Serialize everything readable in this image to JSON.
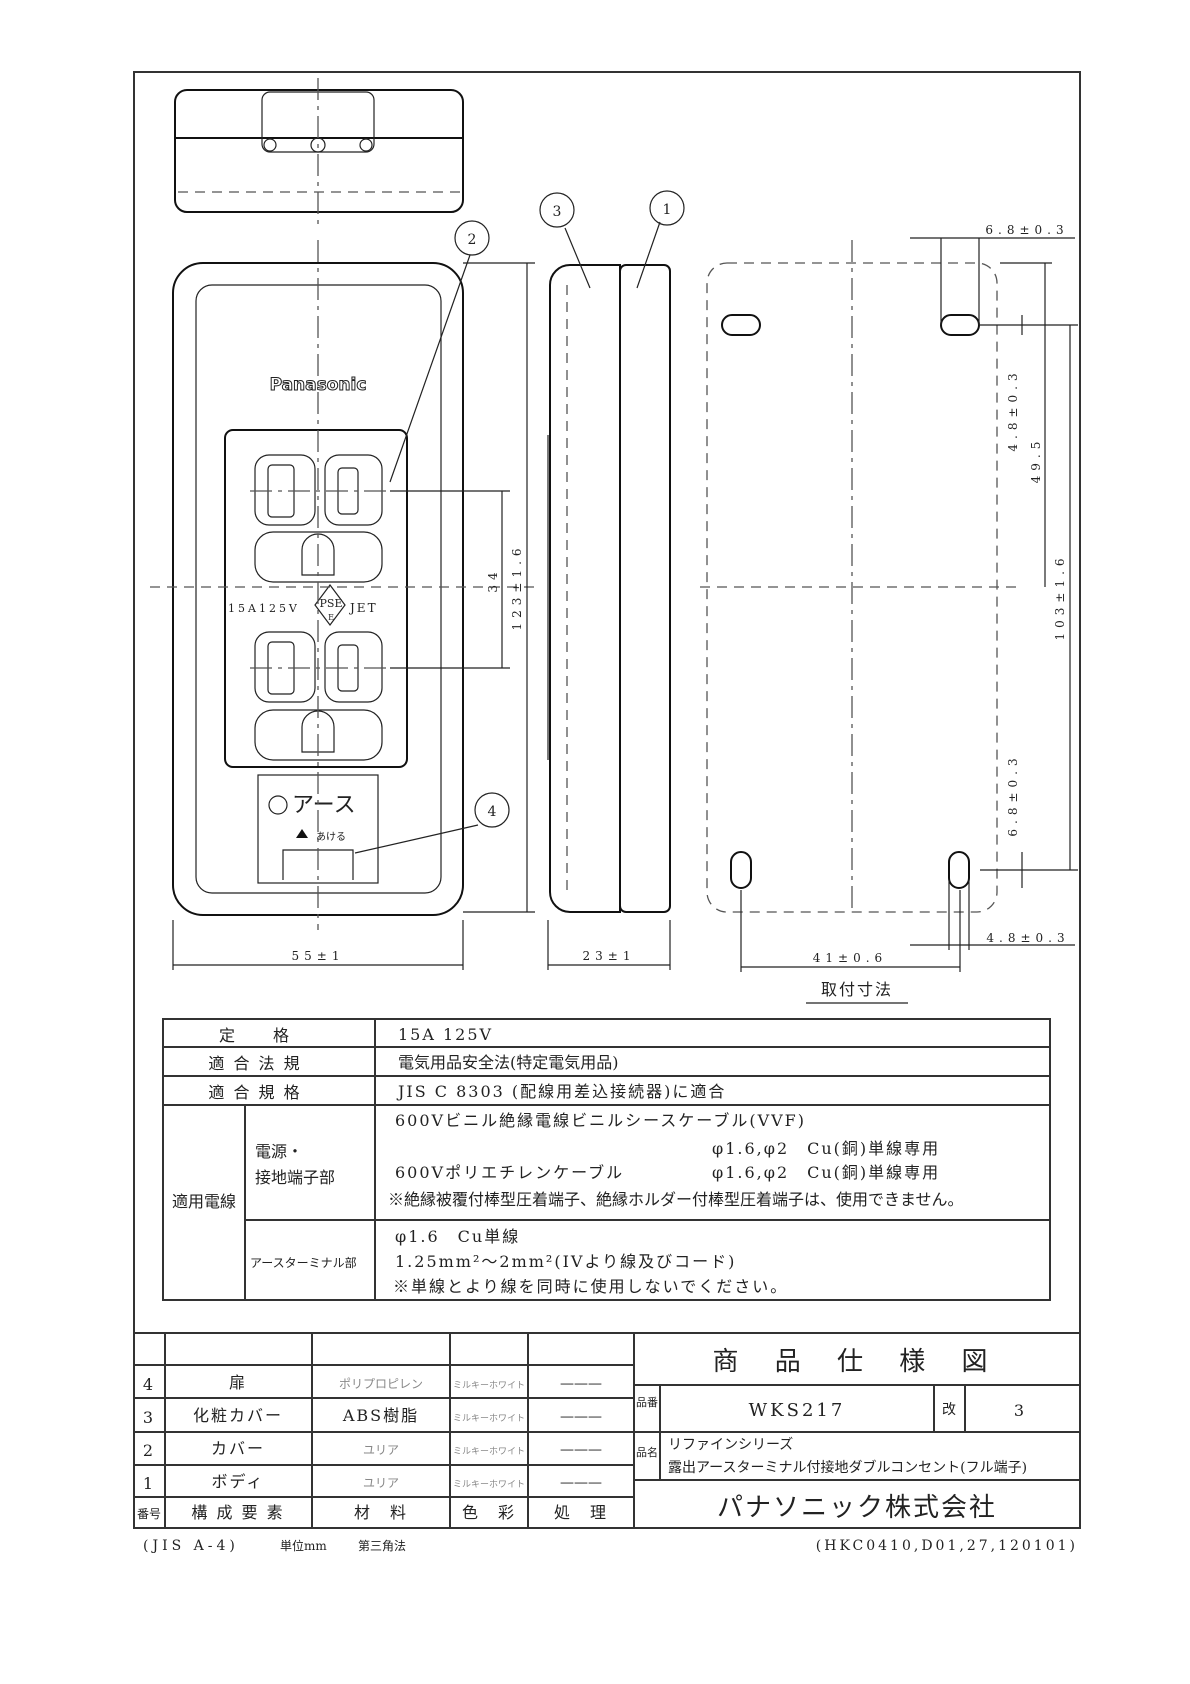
{
  "drawing": {
    "balloons": [
      "1",
      "2",
      "3",
      "4"
    ],
    "logo": "Panasonic",
    "face_rating": "15A125V",
    "pse_mark": "PSE",
    "pse_sub": "E",
    "jet_mark": "JET",
    "earth_label": "アース",
    "open_label": "あける",
    "dims": {
      "width": "55±1",
      "height": "123±1.6",
      "pitch": "34",
      "depth": "23±1",
      "mount_width": "41±0.6",
      "mount_height": "103±1.6",
      "mount_pitch": "49.5",
      "slot_top": "6.8±0.3",
      "slot_h_top": "4.8±0.3",
      "slot_h_bottom": "6.8±0.3",
      "slot_bottom": "4.8±0.3"
    },
    "mount_caption": "取付寸法"
  },
  "spec_table": {
    "rating_label": "定　　格",
    "rating_value": "15A 125V",
    "law_label": "適 合 法 規",
    "law_value": "電気用品安全法(特定電気用品)",
    "standard_label": "適 合 規 格",
    "standard_value": "JIS C 8303 (配線用差込接続器)に適合",
    "wire_label": "適用電線",
    "power_label_1": "電源・",
    "power_label_2": "接地端子部",
    "power_line_1": "600Vビニル絶縁電線ビニルシースケーブル(VVF)",
    "power_line_2": "φ1.6,φ2　Cu(銅)単線専用",
    "power_line_3a": "600Vポリエチレンケーブル",
    "power_line_3b": "φ1.6,φ2　Cu(銅)単線専用",
    "power_note": "※絶縁被覆付棒型圧着端子、絶縁ホルダー付棒型圧着端子は、使用できません。",
    "earth_label": "アースターミナル部",
    "earth_line_1": "φ1.6　Cu単線",
    "earth_line_2": "1.25mm²〜2mm²(IVより線及びコード)",
    "earth_note": "※単線とより線を同時に使用しないでください。"
  },
  "parts_table": {
    "headers": [
      "番号",
      "構 成 要 素",
      "材　料",
      "色　彩",
      "処　理"
    ],
    "rows": [
      {
        "no": "4",
        "name": "扉",
        "material": "ポリプロピレン",
        "color": "ミルキーホワイト",
        "finish": "———"
      },
      {
        "no": "3",
        "name": "化粧カバー",
        "material": "ABS樹脂",
        "color": "ミルキーホワイト",
        "finish": "———"
      },
      {
        "no": "2",
        "name": "カバー",
        "material": "ユリア",
        "color": "ミルキーホワイト",
        "finish": "———"
      },
      {
        "no": "1",
        "name": "ボディ",
        "material": "ユリア",
        "color": "ミルキーホワイト",
        "finish": "———"
      }
    ]
  },
  "title_block": {
    "title": "商 品 仕 様 図",
    "part_no_label": "品番",
    "part_no": "WKS217",
    "rev_label": "改",
    "rev": "3",
    "name_label": "品名",
    "series": "リファインシリーズ",
    "product_name": "露出アースターミナル付接地ダブルコンセント(フル端子)",
    "company": "パナソニック株式会社"
  },
  "footer": {
    "paper": "(JIS A-4)",
    "unit": "単位mm",
    "projection": "第三角法",
    "doc_code": "(HKC0410,D01,27,120101)"
  }
}
